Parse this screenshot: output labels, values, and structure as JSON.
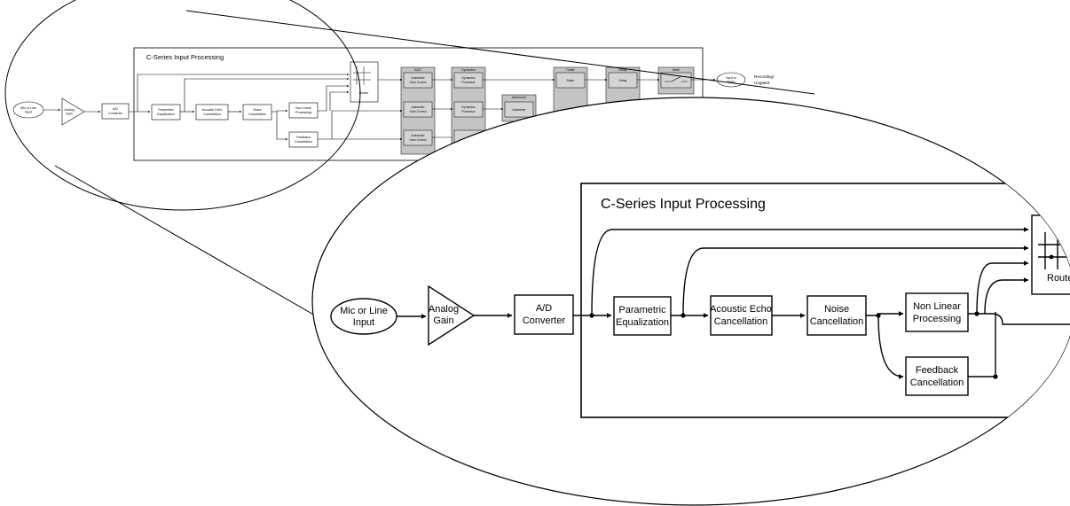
{
  "title": "C-Series Input Processing",
  "input": "Mic or Line Input",
  "gain": "Analog Gain",
  "adc": "A/D Converter",
  "peq": "Parametric Equalization",
  "aec": "Acoustic Echo Cancellation",
  "nc": "Noise Cancellation",
  "nlp": "Non Linear Processing",
  "fb": "Feedback Cancellation",
  "router": "Router",
  "agc_header": "AGC",
  "agc_block": "Automatic Gain Control",
  "dyn_header": "Dynamics",
  "dyn_block": "Dynamics Processor",
  "auto_header": "Automixer",
  "auto_block": "Automixer",
  "fader_header": "Fader",
  "fader_block": "Fader",
  "delay_header": "Delay",
  "delay_block": "Delay",
  "mute_header": "Mute",
  "matrix": "Input to Matrix",
  "recording": "Recording/ Ungated",
  "colors": {
    "stroke": "#000000",
    "block_fill": "#d4d4d4",
    "header_fill": "#c4c4c4",
    "background": "#ffffff"
  }
}
